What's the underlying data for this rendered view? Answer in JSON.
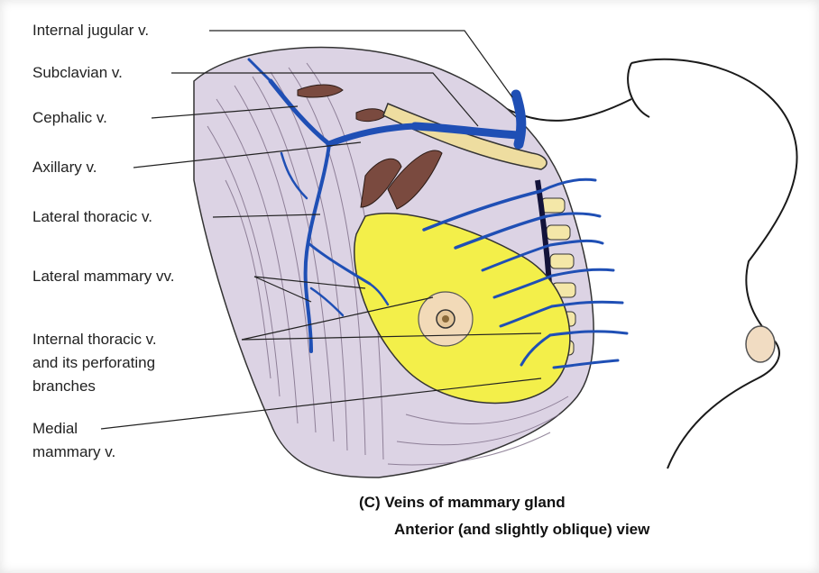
{
  "labels": {
    "internal_jugular": "Internal jugular v.",
    "subclavian": "Subclavian v.",
    "cephalic": "Cephalic v.",
    "axillary": "Axillary v.",
    "lateral_thoracic": "Lateral thoracic v.",
    "lateral_mammary": "Lateral mammary vv.",
    "internal_thoracic_line1": "Internal thoracic v.",
    "internal_thoracic_line2": "and its perforating",
    "internal_thoracic_line3": "branches",
    "medial_mammary_line1": "Medial",
    "medial_mammary_line2": "mammary v."
  },
  "caption": {
    "line1": "(C) Veins of mammary gland",
    "line2": "Anterior (and slightly oblique) view"
  },
  "colors": {
    "vein": "#1f4fb5",
    "gland": "#f3ef4a",
    "muscle": "#d9cfe0",
    "muscle_dark": "#6b3d33",
    "clavicle": "#eedda0",
    "skin_outline": "#1a1a1a"
  }
}
